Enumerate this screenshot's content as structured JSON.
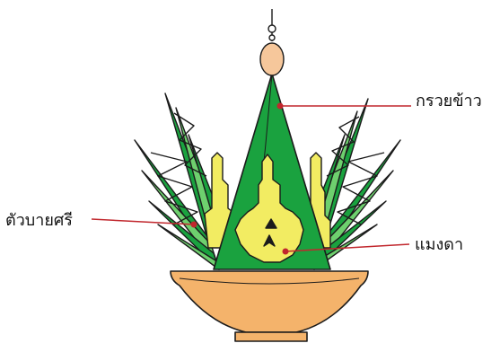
{
  "labels": {
    "top": "กรวยข้าว",
    "left": "ตัวบายศรี",
    "right": "แมงดา"
  },
  "colors": {
    "green_fill": "#1aa23f",
    "green_light": "#6ed06e",
    "yellow": "#f2ec62",
    "bowl": "#f4b36b",
    "egg": "#f6c79b",
    "outline": "#1b1b1b",
    "leader": "#c1272d"
  }
}
